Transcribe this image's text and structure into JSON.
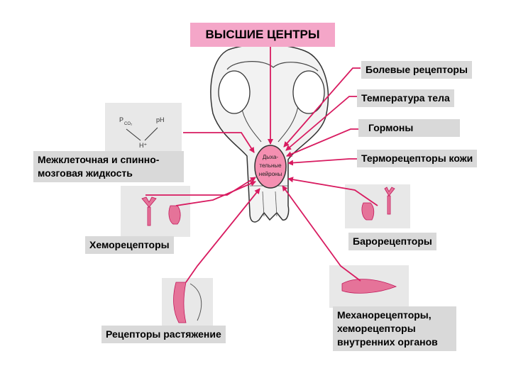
{
  "title": "ВЫСШИЕ ЦЕНТРЫ",
  "center": {
    "line1": "Дыха-",
    "line2": "тельные",
    "line3": "нейроны"
  },
  "formula": {
    "p": "P",
    "sub": "CO₂",
    "ph": "pH",
    "h": "H⁺"
  },
  "labels": {
    "pain": "Болевые рецепторы",
    "temperature": "Температура тела",
    "hormones": "Гормоны",
    "thermoreceptors": "Терморецепторы кожи",
    "fluid_line1": "Межклеточная и спинно-",
    "fluid_line2": "мозговая жидкость",
    "chemoreceptors": "Хеморецепторы",
    "baroreceptors": "Барорецепторы",
    "stretch": "Рецепторы растяжение",
    "mechano_line1": "Механорецепторы,",
    "mechano_line2": "хеморецепторы",
    "mechano_line3": "внутренних органов"
  },
  "colors": {
    "arrow": "#d81b60",
    "center_fill": "#f48fb1",
    "title_bg": "#f4a6c8",
    "label_bg": "#d9d9d9"
  }
}
